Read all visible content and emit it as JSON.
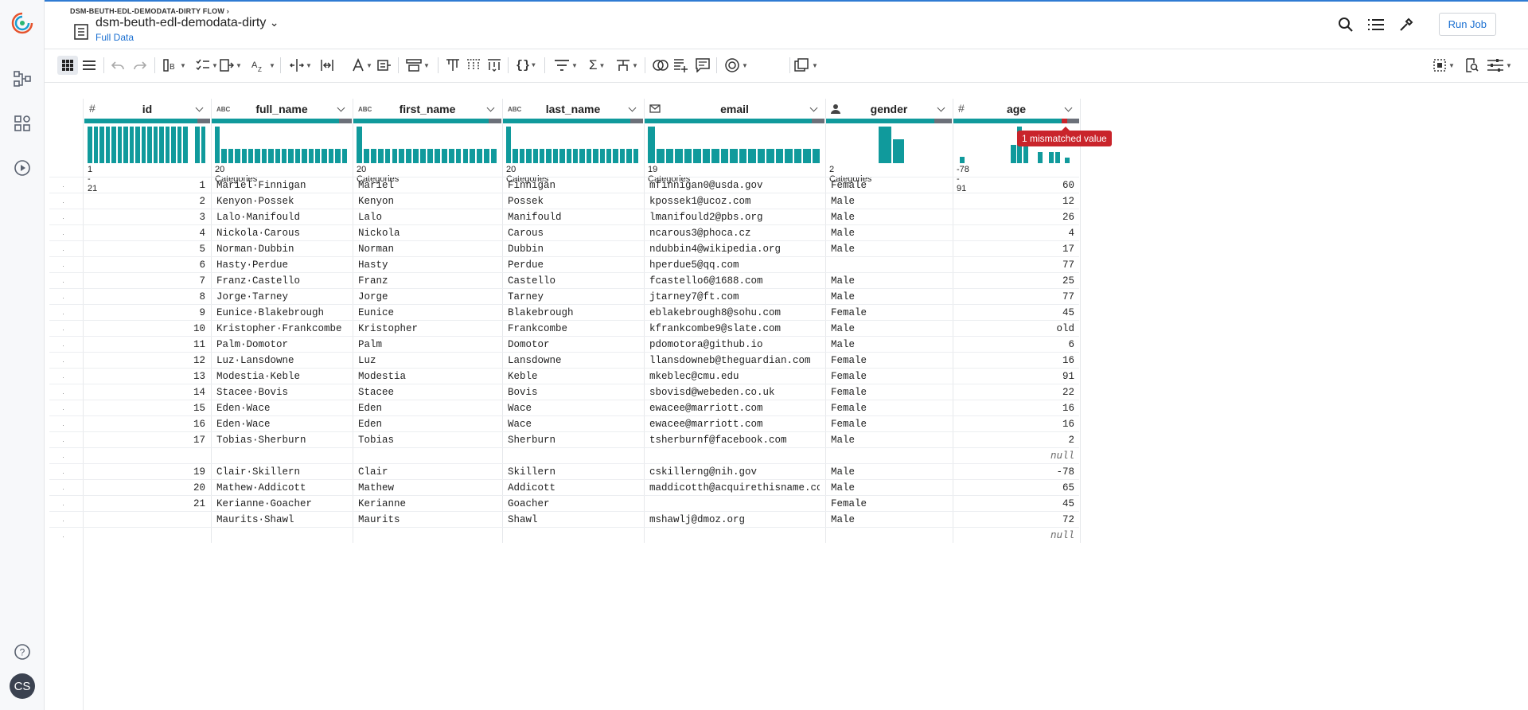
{
  "header": {
    "breadcrumb": "DSM-BEUTH-EDL-DEMODATA-DIRTY FLOW",
    "breadcrumb_chevron": "›",
    "flow_name": "dsm-beuth-edl-demodata-dirty",
    "flow_name_caret": "⌄",
    "sub_link": "Full Data",
    "run_button": "Run Job"
  },
  "rail": {
    "avatar": "CS",
    "help": "?"
  },
  "grid": {
    "columns": [
      {
        "name": "id",
        "type_icon": "#",
        "summary": "1 - 21"
      },
      {
        "name": "full_name",
        "type_icon": "ABC",
        "summary": "20 Categories"
      },
      {
        "name": "first_name",
        "type_icon": "ABC",
        "summary": "20 Categories"
      },
      {
        "name": "last_name",
        "type_icon": "ABC",
        "summary": "20 Categories"
      },
      {
        "name": "email",
        "type_icon": "envelope-icon",
        "summary": "19 Categories"
      },
      {
        "name": "gender",
        "type_icon": "person-icon",
        "summary": "2 Categories"
      },
      {
        "name": "age",
        "type_icon": "#",
        "summary": "-78 - 91"
      }
    ],
    "tooltip": "1 mismatched value",
    "row_marker": "·",
    "rows": [
      [
        "1",
        "Mariel·Finnigan",
        "Mariel",
        "Finnigan",
        "mfinnigan0@usda.gov",
        "Female",
        "60"
      ],
      [
        "2",
        "Kenyon·Possek",
        "Kenyon",
        "Possek",
        "kpossek1@ucoz.com",
        "Male",
        "12"
      ],
      [
        "3",
        "Lalo·Manifould",
        "Lalo",
        "Manifould",
        "lmanifould2@pbs.org",
        "Male",
        "26"
      ],
      [
        "4",
        "Nickola·Carous",
        "Nickola",
        "Carous",
        "ncarous3@phoca.cz",
        "Male",
        "4"
      ],
      [
        "5",
        "Norman·Dubbin",
        "Norman",
        "Dubbin",
        "ndubbin4@wikipedia.org",
        "Male",
        "17"
      ],
      [
        "6",
        "Hasty·Perdue",
        "Hasty",
        "Perdue",
        "hperdue5@qq.com",
        "",
        "77"
      ],
      [
        "7",
        "Franz·Castello",
        "Franz",
        "Castello",
        "fcastello6@1688.com",
        "Male",
        "25"
      ],
      [
        "8",
        "Jorge·Tarney",
        "Jorge",
        "Tarney",
        "jtarney7@ft.com",
        "Male",
        "77"
      ],
      [
        "9",
        "Eunice·Blakebrough",
        "Eunice",
        "Blakebrough",
        "eblakebrough8@sohu.com",
        "Female",
        "45"
      ],
      [
        "10",
        "Kristopher·Frankcombe",
        "Kristopher",
        "Frankcombe",
        "kfrankcombe9@slate.com",
        "Male",
        "old"
      ],
      [
        "11",
        "Palm·Domotor",
        "Palm",
        "Domotor",
        "pdomotora@github.io",
        "Male",
        "6"
      ],
      [
        "12",
        "Luz·Lansdowne",
        "Luz",
        "Lansdowne",
        "llansdowneb@theguardian.com",
        "Female",
        "16"
      ],
      [
        "13",
        "Modestia·Keble",
        "Modestia",
        "Keble",
        "mkeblec@cmu.edu",
        "Female",
        "91"
      ],
      [
        "14",
        "Stacee·Bovis",
        "Stacee",
        "Bovis",
        "sbovisd@webeden.co.uk",
        "Female",
        "22"
      ],
      [
        "15",
        "Eden·Wace",
        "Eden",
        "Wace",
        "ewacee@marriott.com",
        "Female",
        "16"
      ],
      [
        "16",
        "Eden·Wace",
        "Eden",
        "Wace",
        "ewacee@marriott.com",
        "Female",
        "16"
      ],
      [
        "17",
        "Tobias·Sherburn",
        "Tobias",
        "Sherburn",
        "tsherburnf@facebook.com",
        "Male",
        "2"
      ],
      [
        "",
        "",
        "",
        "",
        "",
        "",
        "null"
      ],
      [
        "19",
        "Clair·Skillern",
        "Clair",
        "Skillern",
        "cskillerng@nih.gov",
        "Male",
        "-78"
      ],
      [
        "20",
        "Mathew·Addicott",
        "Mathew",
        "Addicott",
        "maddicotth@acquirethisname.com",
        "Male",
        "65"
      ],
      [
        "21",
        "Kerianne·Goacher",
        "Kerianne",
        "Goacher",
        "",
        "Female",
        "45"
      ],
      [
        "",
        "Maurits·Shawl",
        "Maurits",
        "Shawl",
        "mshawlj@dmoz.org",
        "Male",
        "72"
      ],
      [
        "",
        "",
        "",
        "",
        "",
        "",
        "null"
      ]
    ]
  },
  "colors": {
    "accent": "#109a9c",
    "link": "#1a6fd1",
    "mismatch": "#c9242b",
    "missing": "#6b7079"
  }
}
